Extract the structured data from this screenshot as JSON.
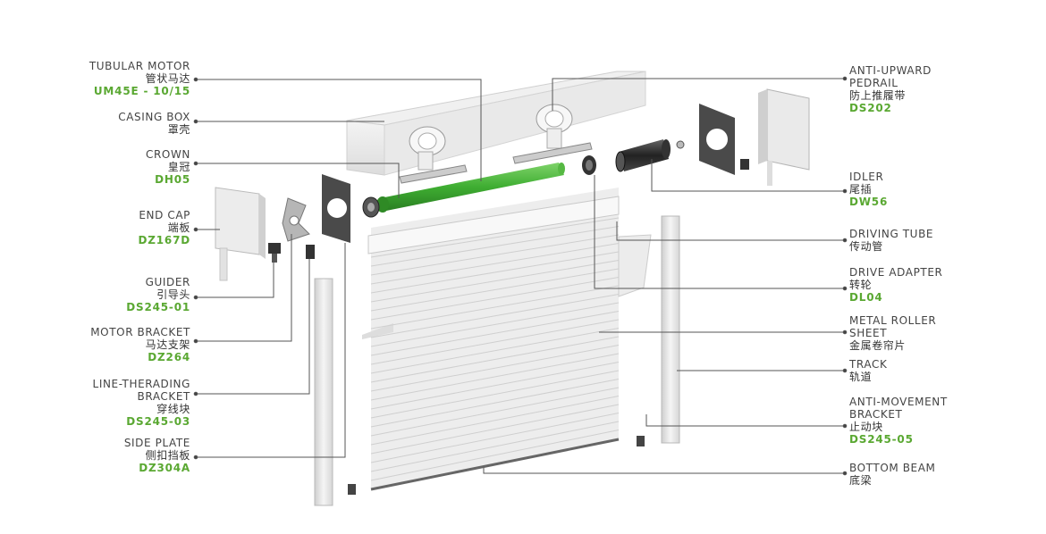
{
  "colors": {
    "code_green": "#5aa832",
    "motor_green": "#3fae32",
    "leader_line": "#555555"
  },
  "labels_left": [
    {
      "id": "tubular-motor",
      "en": [
        "TUBULAR MOTOR"
      ],
      "cn": "管状马达",
      "code": "UM45E - 10/15"
    },
    {
      "id": "casing-box",
      "en": [
        "CASING BOX"
      ],
      "cn": "罩壳",
      "code": ""
    },
    {
      "id": "crown",
      "en": [
        "CROWN"
      ],
      "cn": "皇冠",
      "code": "DH05"
    },
    {
      "id": "end-cap",
      "en": [
        "END CAP"
      ],
      "cn": "端板",
      "code": "DZ167D"
    },
    {
      "id": "guider",
      "en": [
        "GUIDER"
      ],
      "cn": "引导头",
      "code": "DS245-01"
    },
    {
      "id": "motor-bracket",
      "en": [
        "MOTOR BRACKET"
      ],
      "cn": "马达支架",
      "code": "DZ264"
    },
    {
      "id": "line-threading-bracket",
      "en": [
        "LINE-THERADING",
        "BRACKET"
      ],
      "cn": "穿线块",
      "code": "DS245-03"
    },
    {
      "id": "side-plate",
      "en": [
        "SIDE PLATE"
      ],
      "cn": "侧扣挡板",
      "code": "DZ304A"
    }
  ],
  "labels_right": [
    {
      "id": "anti-upward-pedrail",
      "en": [
        "ANTI-UPWARD",
        "PEDRAIL"
      ],
      "cn": "防上推履带",
      "code": "DS202"
    },
    {
      "id": "idler",
      "en": [
        "IDLER"
      ],
      "cn": "尾插",
      "code": "DW56"
    },
    {
      "id": "driving-tube",
      "en": [
        "DRIVING TUBE"
      ],
      "cn": "传动管",
      "code": ""
    },
    {
      "id": "drive-adapter",
      "en": [
        "DRIVE ADAPTER"
      ],
      "cn": "转轮",
      "code": "DL04"
    },
    {
      "id": "metal-roller-sheet",
      "en": [
        "METAL ROLLER",
        "SHEET"
      ],
      "cn": "金属卷帘片",
      "code": ""
    },
    {
      "id": "track",
      "en": [
        "TRACK"
      ],
      "cn": "轨道",
      "code": ""
    },
    {
      "id": "anti-movement-bracket",
      "en": [
        "ANTI-MOVEMENT",
        "BRACKET"
      ],
      "cn": "止动块",
      "code": "DS245-05"
    },
    {
      "id": "bottom-beam",
      "en": [
        "BOTTOM BEAM"
      ],
      "cn": "底梁",
      "code": ""
    }
  ]
}
